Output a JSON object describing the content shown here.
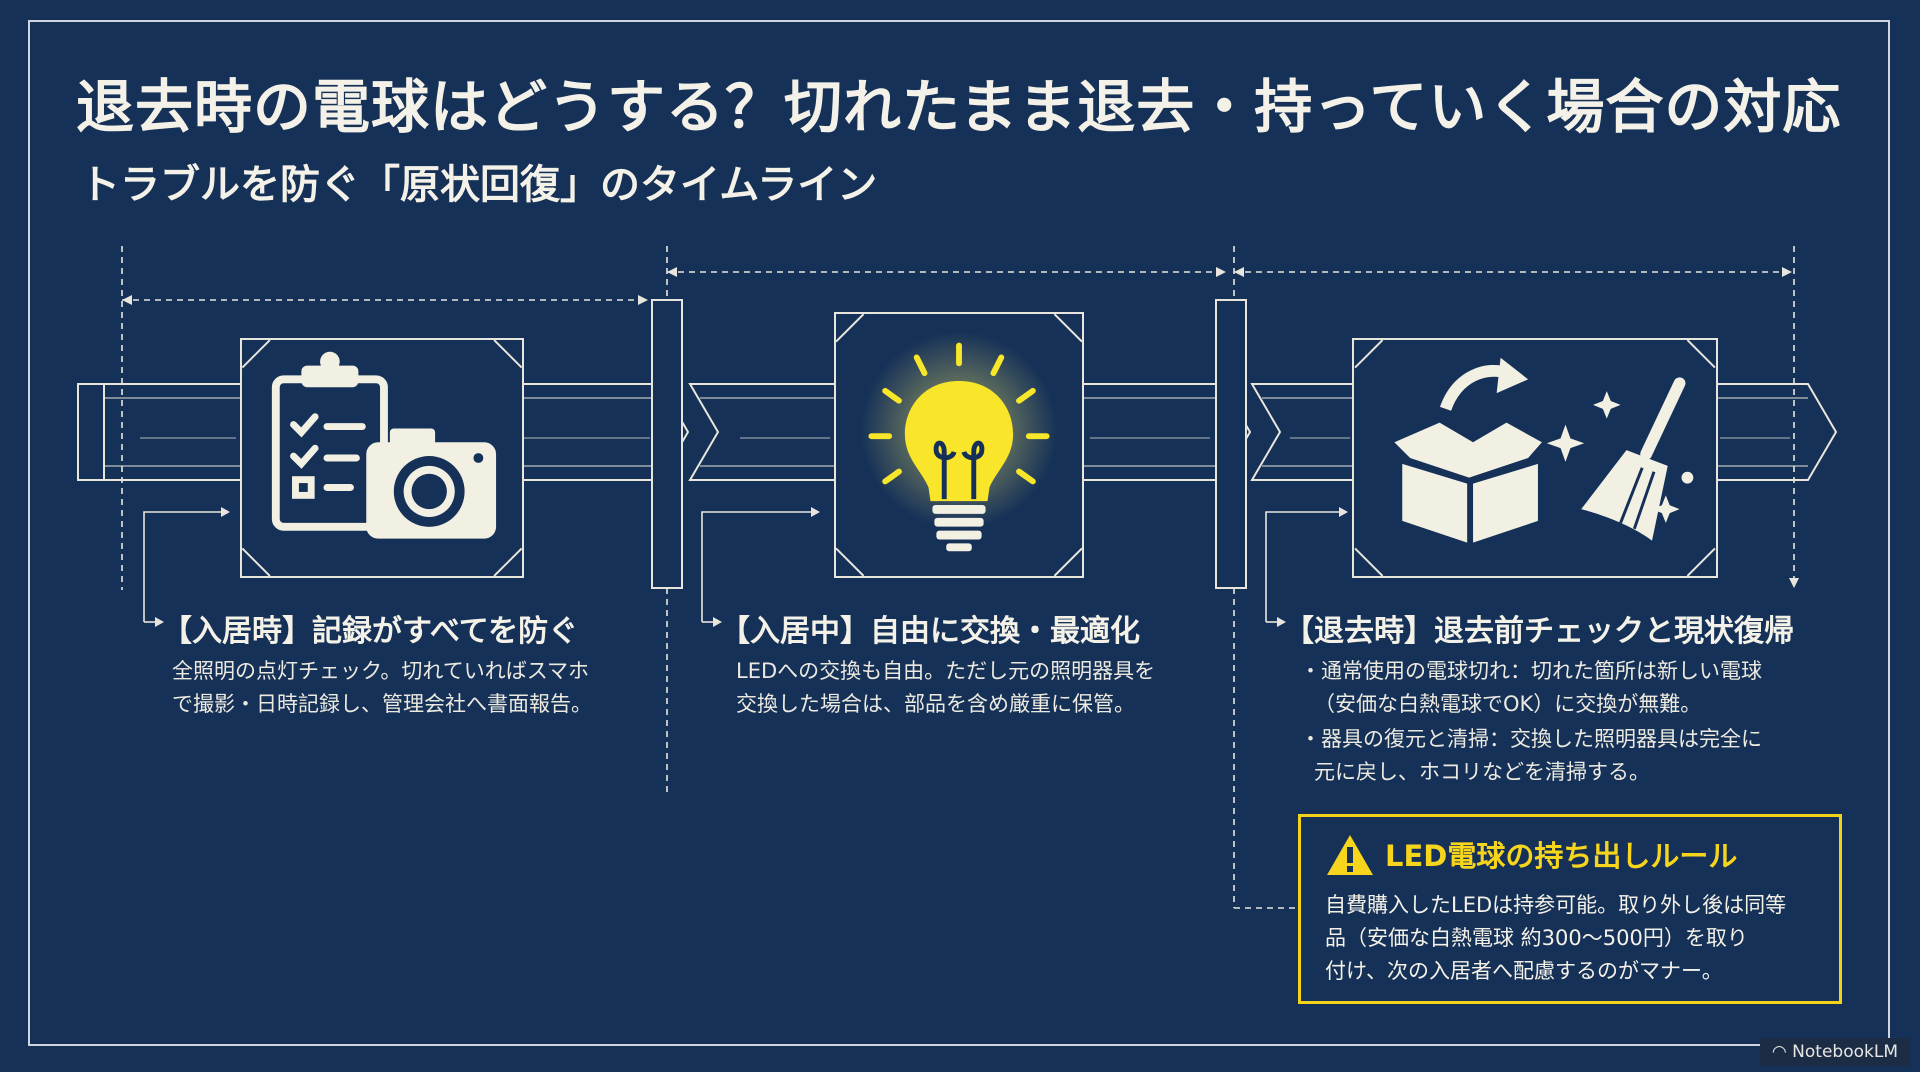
{
  "header": {
    "title": "退去時の電球はどうする？切れたまま退去・持っていく場合の対応",
    "subtitle": "トラブルを防ぐ「原状回復」のタイムライン"
  },
  "steps": [
    {
      "title": "【入居時】記録がすべてを防ぐ",
      "body": [
        "全照明の点灯チェック。切れていればスマホ",
        "で撮影・日時記録し、管理会社へ書面報告。"
      ],
      "icon": "clipboard-camera-icon"
    },
    {
      "title": "【入居中】自由に交換・最適化",
      "body": [
        "LEDへの交換も自由。ただし元の照明器具を",
        "交換した場合は、部品を含め厳重に保管。"
      ],
      "icon": "lightbulb-icon"
    },
    {
      "title": "【退去時】退去前チェックと現状復帰",
      "bullets": [
        [
          "・通常使用の電球切れ：切れた箇所は新しい電球",
          "（安価な白熱電球でOK）に交換が無難。"
        ],
        [
          "・器具の復元と清掃：交換した照明器具は完全に",
          "元に戻し、ホコリなどを清掃する。"
        ]
      ],
      "icon": "box-broom-icon"
    }
  ],
  "warning": {
    "title": "LED電球の持ち出しルール",
    "body": [
      "自費購入したLEDは持参可能。取り外し後は同等",
      "品（安価な白熱電球 約300〜500円）を取り",
      "付け、次の入居者へ配慮するのがマナー。"
    ]
  },
  "colors": {
    "background": "#163158",
    "line": "#e8e6dc",
    "accent_yellow": "#f2d31a"
  },
  "badge": "NotebookLM"
}
